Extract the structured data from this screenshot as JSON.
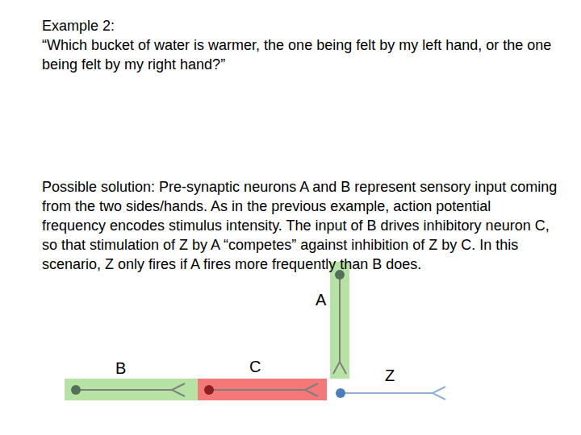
{
  "diagram": {
    "title": "Example 2:",
    "labels": [
      "“Which bucket of water is warmer, the one being felt by my left hand, or the one being felt by my right hand?”",
      "Possible solution: Pre-synaptic neurons A and B represent sensory input coming from the two sides/hands. As in the previous example, action potential frequency encodes stimulus intensity. The input of B drives inhibitory neuron C, so that stimulation of Z by A “competes” against inhibition of Z by C. In this scenario, Z only fires if A fires more frequently than B does.",
      "A",
      "B",
      "C",
      "Z"
    ]
  }
}
